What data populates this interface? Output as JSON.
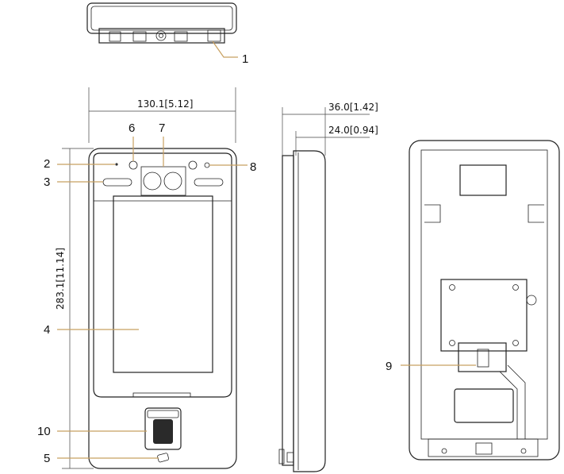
{
  "colors": {
    "line": "#222222",
    "leader": "#c8a060",
    "text": "#111111",
    "fill_dark": "#2a2a2a"
  },
  "dimensions": {
    "width": "130.1[5.12]",
    "height": "283.1[11.14]",
    "depth_total": "36.0[1.42]",
    "depth_body": "24.0[0.94]"
  },
  "callouts": {
    "c1": "1",
    "c2": "2",
    "c3": "3",
    "c4": "4",
    "c5": "5",
    "c6": "6",
    "c7": "7",
    "c8": "8",
    "c9": "9",
    "c10": "10"
  }
}
